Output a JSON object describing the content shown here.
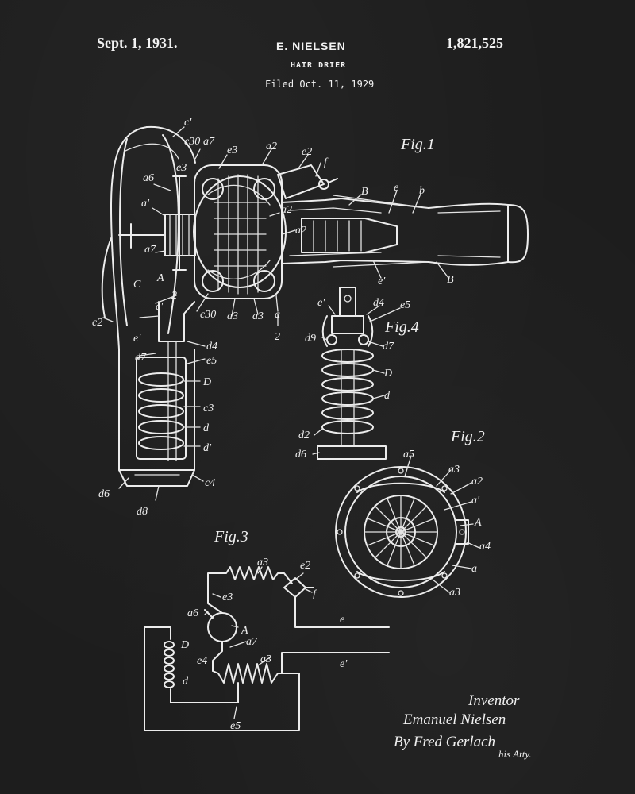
{
  "header": {
    "date": "Sept. 1, 1931.",
    "inventor": "E. NIELSEN",
    "patent_number": "1,821,525",
    "title": "HAIR DRIER",
    "filed": "Filed Oct. 11, 1929"
  },
  "figures": [
    "Fig.1",
    "Fig.2",
    "Fig.3",
    "Fig.4"
  ],
  "labels": {
    "fig1": [
      "c'",
      "c30",
      "a7",
      "e3",
      "a2",
      "e2",
      "f",
      "a6",
      "e3",
      "a'",
      "a7",
      "A",
      "a2",
      "a2",
      "C",
      "c'",
      "e'",
      "c30",
      "a3",
      "a3",
      "a",
      "2",
      "2",
      "c2",
      "d7",
      "d4",
      "e5",
      "D",
      "c3",
      "d",
      "d'",
      "d6",
      "d8",
      "c4",
      "B",
      "e",
      "b",
      "e'",
      "B"
    ],
    "fig2": [
      "a5",
      "a3",
      "a2",
      "a'",
      "A",
      "a4",
      "a",
      "a3"
    ],
    "fig3": [
      "a3",
      "e2",
      "e3",
      "f",
      "a6",
      "A",
      "a7",
      "e",
      "D",
      "e4",
      "a3",
      "d",
      "e'",
      "e5"
    ],
    "fig4": [
      "e'",
      "d4",
      "e5",
      "d9",
      "d7",
      "D",
      "d",
      "d2",
      "d6"
    ]
  },
  "signature": {
    "heading": "Inventor",
    "name": "Emanuel Nielsen",
    "by": "By Fred Gerlach",
    "atty": "his Atty."
  },
  "colors": {
    "background": "#1d1d1d",
    "ink": "#ececec"
  }
}
